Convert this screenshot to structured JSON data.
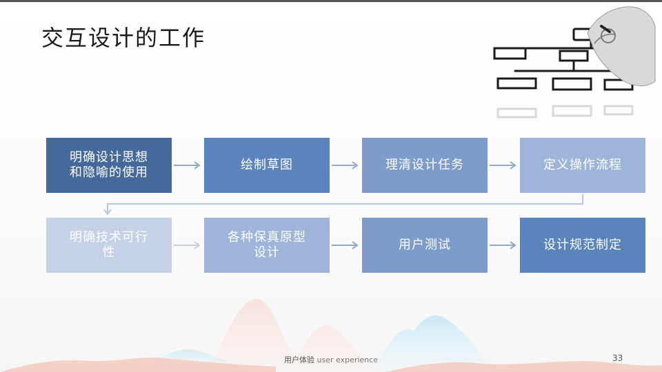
{
  "slide": {
    "title": "交互设计的工作",
    "footer_cn": "用户体验",
    "footer_en": "user experience",
    "page_number": "33"
  },
  "flow": {
    "row1": [
      {
        "line1": "明确设计思想",
        "line2": "和隐喻的使用",
        "color": "#44699a"
      },
      {
        "line1": "绘制草图",
        "line2": "",
        "color": "#5b84bc"
      },
      {
        "line1": "理清设计任务",
        "line2": "",
        "color": "#7d9ccb"
      },
      {
        "line1": "定义操作流程",
        "line2": "",
        "color": "#9eb4d8"
      }
    ],
    "row2": [
      {
        "line1": "明确技术可行",
        "line2": "性",
        "color": "#c4d1e6"
      },
      {
        "line1": "各种保真原型",
        "line2": "设计",
        "color": "#9eb4d8"
      },
      {
        "line1": "用户测试",
        "line2": "",
        "color": "#7d9ccb"
      },
      {
        "line1": "设计规范制定",
        "line2": "",
        "color": "#5b84bc"
      }
    ]
  },
  "colors": {
    "arrow": "#8fa9cf",
    "connector": "#b9c7de"
  }
}
